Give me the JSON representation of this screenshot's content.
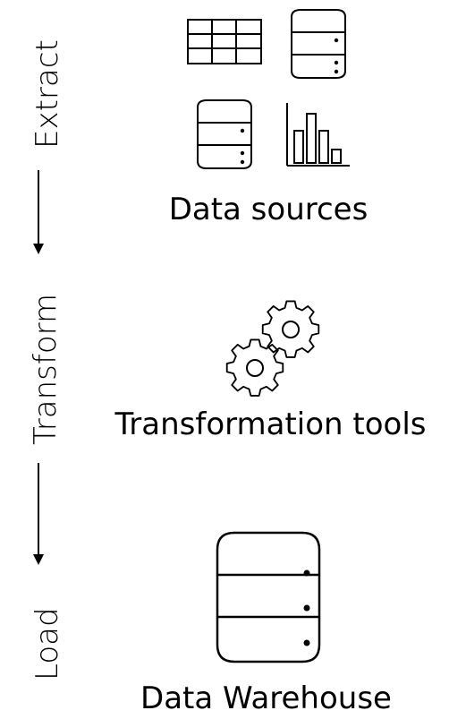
{
  "stages": [
    {
      "label": "Extract"
    },
    {
      "label": "Transform"
    },
    {
      "label": "Load"
    }
  ],
  "nodes": {
    "sources": {
      "label": "Data sources",
      "icons": [
        "table-icon",
        "database-icon",
        "database-icon",
        "bar-chart-icon"
      ]
    },
    "tools": {
      "label": "Transformation tools",
      "icons": [
        "gear-icon",
        "gear-icon"
      ]
    },
    "warehouse": {
      "label": "Data Warehouse",
      "icons": [
        "database-icon"
      ]
    }
  },
  "colors": {
    "stroke": "#000000",
    "background": "#ffffff"
  }
}
